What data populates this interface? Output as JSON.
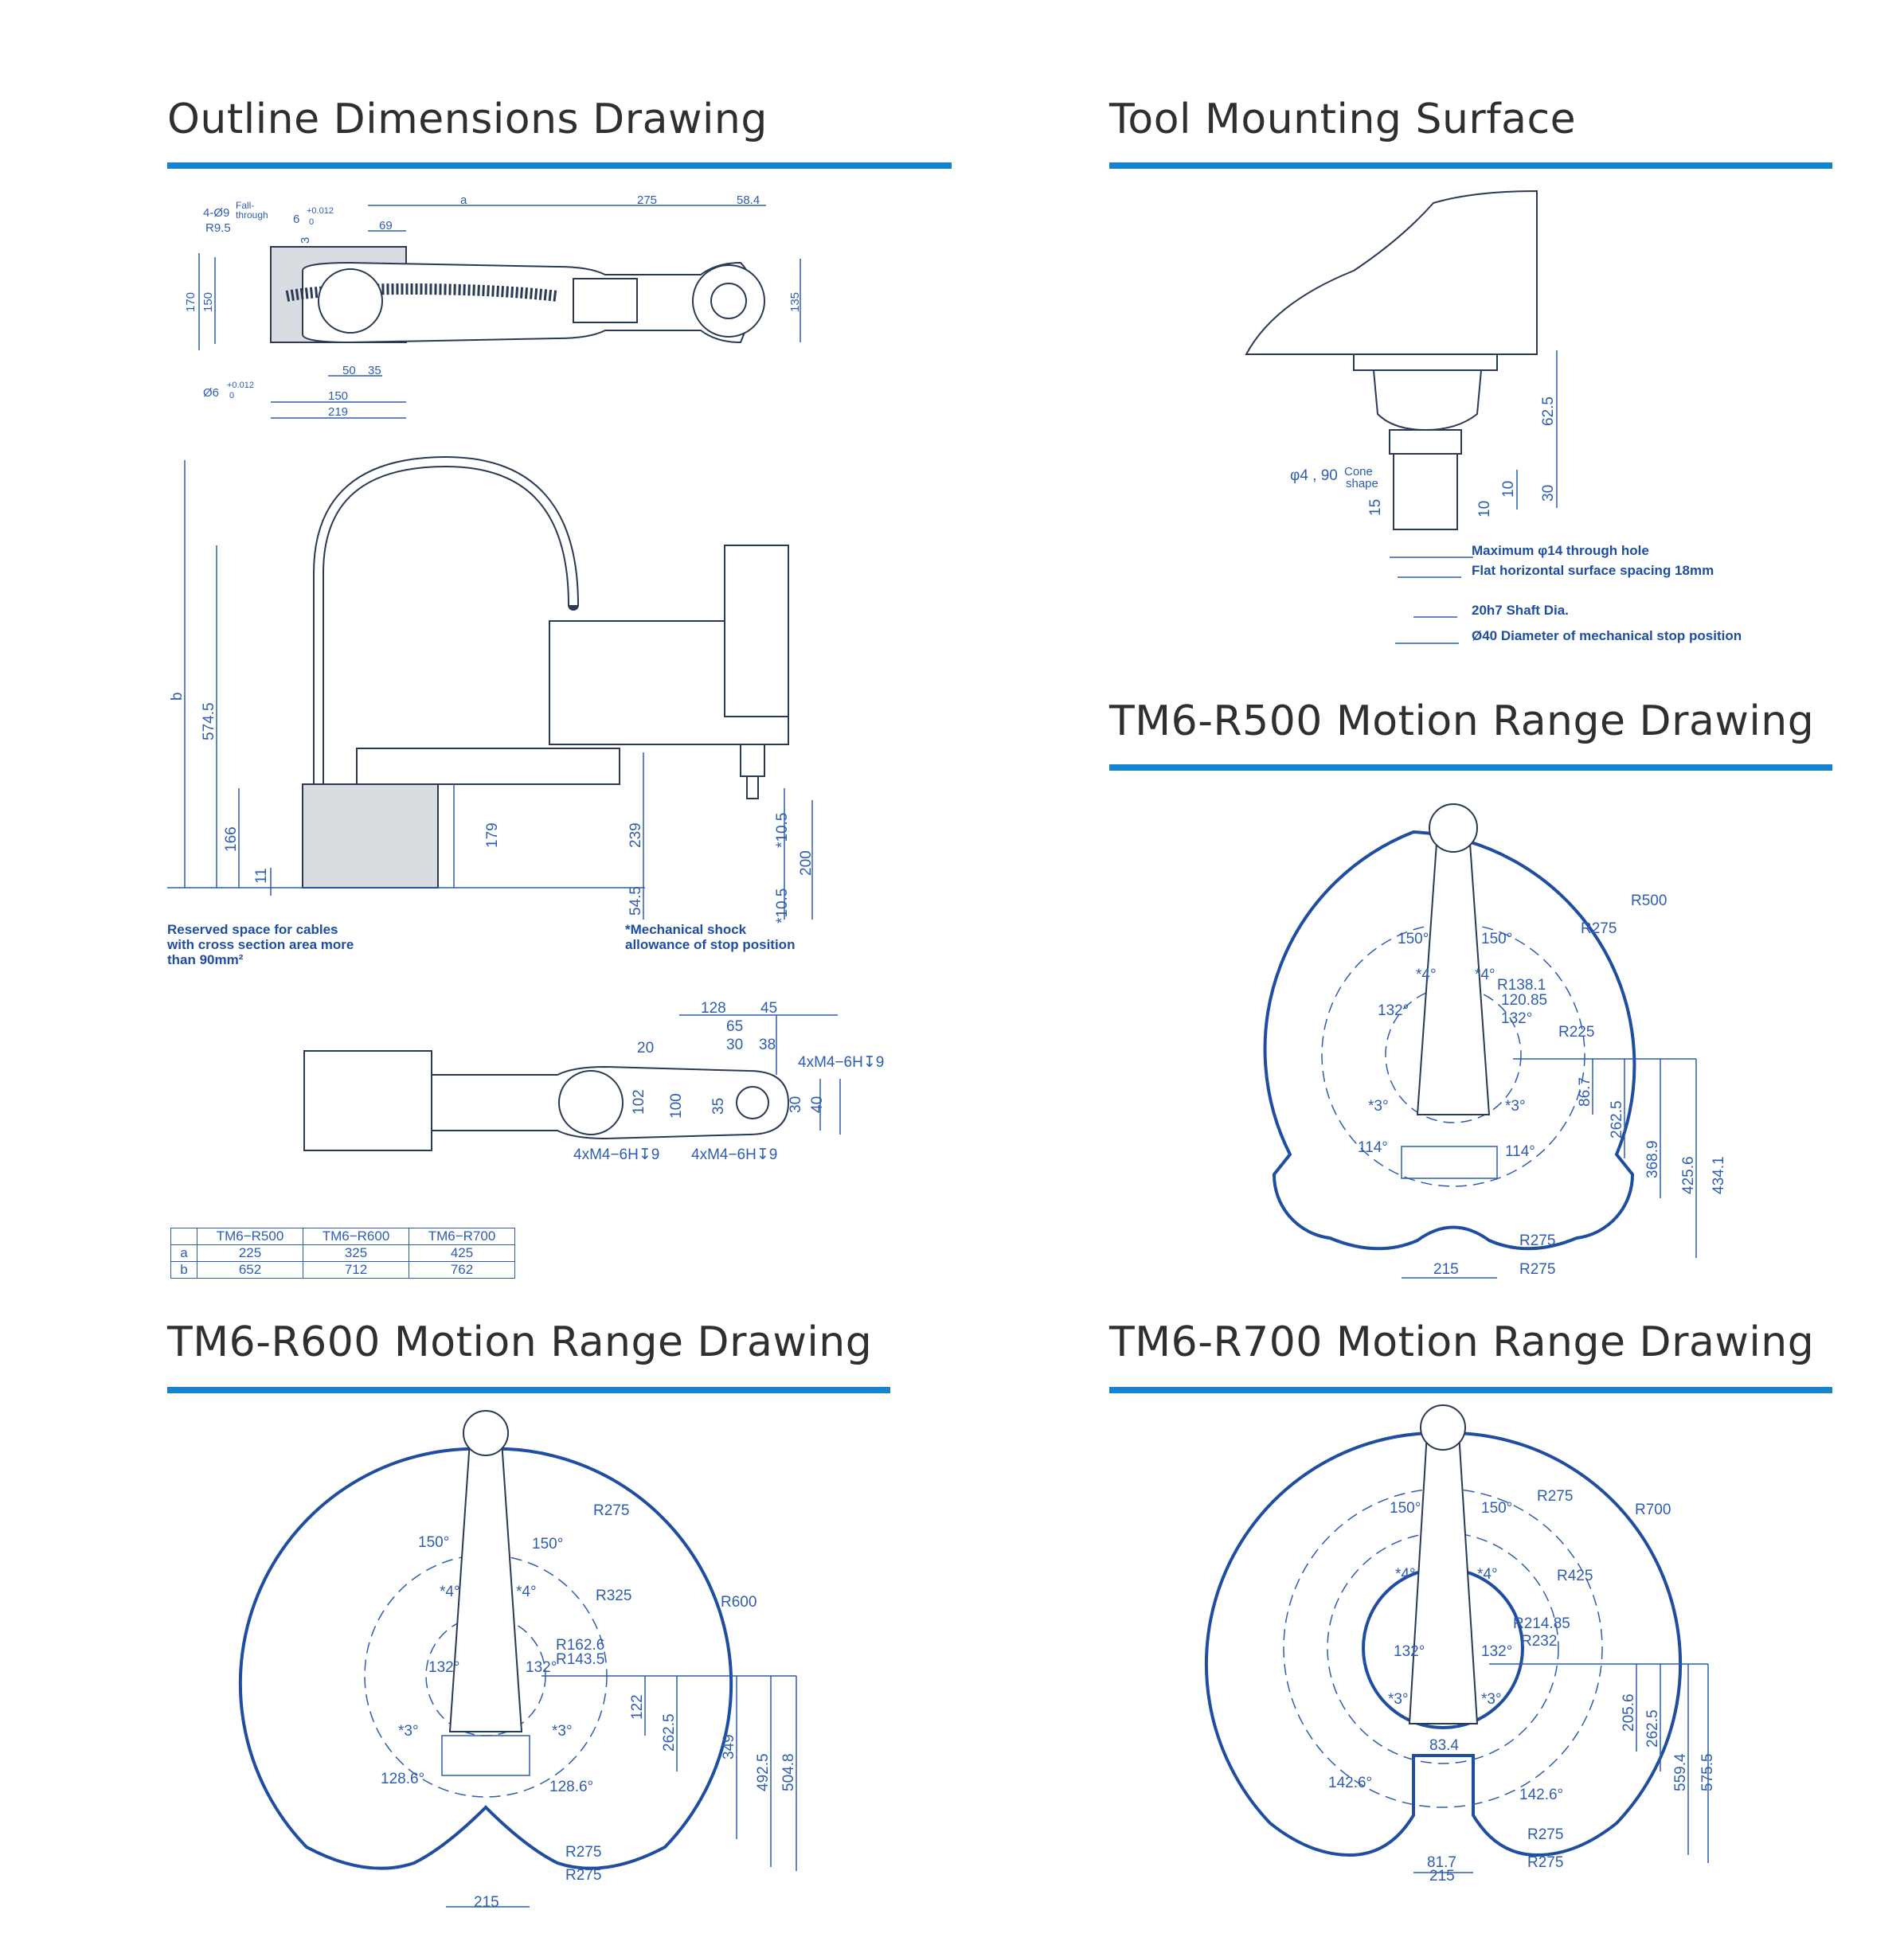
{
  "sections": {
    "outline_title": "Outline Dimensions Drawing",
    "tool_title": "Tool Mounting Surface",
    "r500_title": "TM6-R500 Motion Range Drawing",
    "r600_title": "TM6-R600 Motion Range Drawing",
    "r700_title": "TM6-R700 Motion Range Drawing"
  },
  "colors": {
    "accent": "#1682d2",
    "dimension": "#2e5db0",
    "envelope": "#1f4ea0",
    "text": "#2f2f2f"
  },
  "outline_top": {
    "holes": "4-Ø9",
    "fall": "Fall-",
    "through": "through",
    "r": "R9.5",
    "pin": "6",
    "tol": "+0.012",
    "tol0": "0",
    "a": "a",
    "d275": "275",
    "d584": "58.4",
    "d69": "69",
    "d3": "3",
    "d170": "170",
    "d150v": "150",
    "d135": "135",
    "d50": "50",
    "d35": "35",
    "d150h": "150",
    "d219": "219",
    "phi6": "Ø6"
  },
  "outline_side": {
    "b": "b",
    "d5745": "574.5",
    "d166": "166",
    "d11": "11",
    "d179": "179",
    "d239": "239",
    "d545": "54.5",
    "d105a": "*10.5",
    "d105b": "*10.5",
    "d200": "200",
    "note1": "Reserved space for cables",
    "note2": "with cross section area more",
    "note3": "than 90mm²",
    "shock1": "*Mechanical shock",
    "shock2": "allowance of stop position"
  },
  "outline_bottom": {
    "d128": "128",
    "d45": "45",
    "d65": "65",
    "d20": "20",
    "d30": "30",
    "d38": "38",
    "m4a": "4xM4−6H↧9",
    "d102": "102",
    "d100": "100",
    "d35": "35",
    "d30v": "30",
    "d40": "40",
    "m4b": "4xM4−6H↧9",
    "m4c": "4xM4−6H↧9"
  },
  "spec_table": {
    "headers": [
      "TM6−R500",
      "TM6−R600",
      "TM6−R700"
    ],
    "rows": [
      {
        "label": "a",
        "values": [
          "225",
          "325",
          "425"
        ]
      },
      {
        "label": "b",
        "values": [
          "652",
          "712",
          "762"
        ]
      }
    ]
  },
  "tool": {
    "d625": "62.5",
    "d30": "30",
    "d10a": "10",
    "d10b": "10",
    "d15": "15",
    "cone1": "φ4 , 90",
    "cone2": "Cone",
    "cone3": "shape",
    "note1": "Maximum φ14 through hole",
    "note2": "Flat horizontal surface spacing 18mm",
    "note3": "20h7 Shaft Dia.",
    "note4": "Ø40 Diameter of mechanical stop position"
  },
  "r500": {
    "R500": "R500",
    "R275": "R275",
    "R1381": "R138.1",
    "d12085": "120.85",
    "R225": "R225",
    "a150a": "150°",
    "a150b": "150°",
    "a132a": "132°",
    "a132b": "132°",
    "a4a": "*4°",
    "a4b": "*4°",
    "a3a": "*3°",
    "a3b": "*3°",
    "a114a": "114°",
    "a114b": "114°",
    "d867": "86.7",
    "d2625": "262.5",
    "d3689": "368.9",
    "d4256": "425.6",
    "d4341": "434.1",
    "R275b": "R275",
    "R275c": "R275",
    "d215": "215"
  },
  "r600": {
    "R600": "R600",
    "R275": "R275",
    "R325": "R325",
    "R1626": "R162.6",
    "R1435": "R143.5",
    "a150a": "150°",
    "a150b": "150°",
    "a132a": "132°",
    "a132b": "132°",
    "a4a": "*4°",
    "a4b": "*4°",
    "a3a": "*3°",
    "a3b": "*3°",
    "a1286a": "128.6°",
    "a1286b": "128.6°",
    "d122": "122",
    "d2625": "262.5",
    "d349": "349",
    "d4925": "492.5",
    "d5048": "504.8",
    "R275b": "R275",
    "R275c": "R275",
    "d215": "215"
  },
  "r700": {
    "R700": "R700",
    "R275": "R275",
    "R425": "R425",
    "R21485": "R214.85",
    "R232": "R232",
    "a150a": "150°",
    "a150b": "150°",
    "a132a": "132°",
    "a132b": "132°",
    "a4a": "*4°",
    "a4b": "*4°",
    "a3a": "*3°",
    "a3b": "*3°",
    "a1426a": "142.6°",
    "a1426b": "142.6°",
    "d834": "83.4",
    "d2056": "205.6",
    "d2625": "262.5",
    "d5594": "559.4",
    "d5755": "575.5",
    "R275b": "R275",
    "R275c": "R275",
    "d817": "81.7",
    "d215": "215"
  }
}
